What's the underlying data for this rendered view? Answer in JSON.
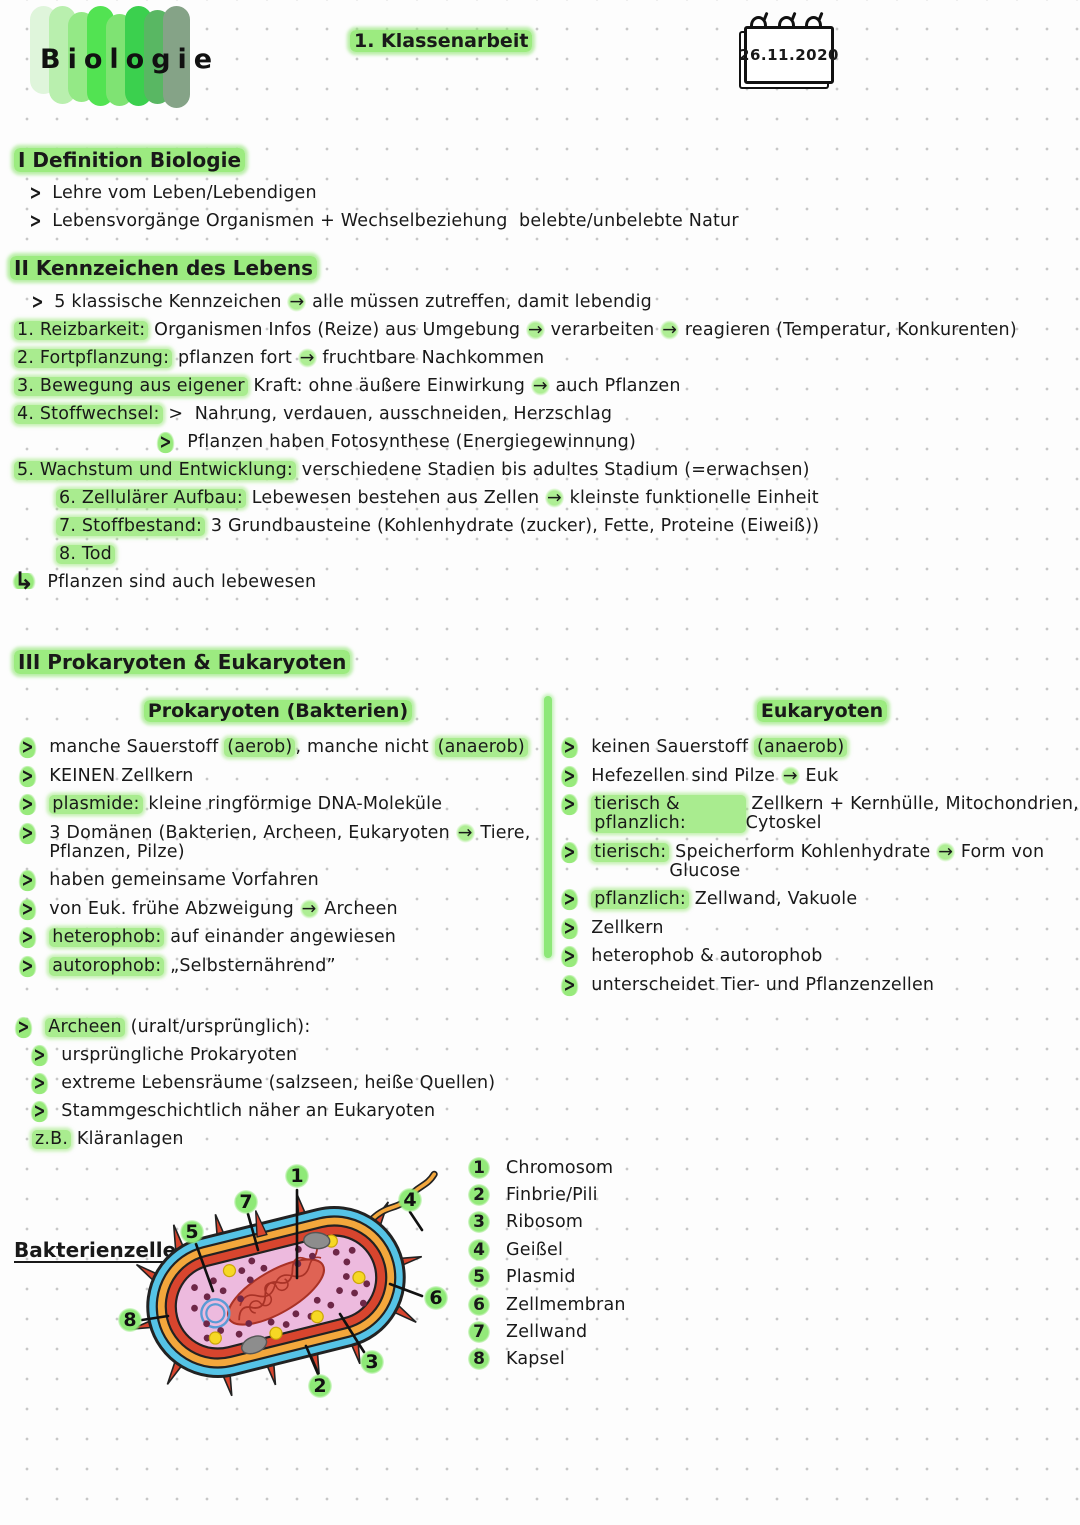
{
  "page": {
    "logo_text": "Biologie",
    "exam_title": "1. Klassenarbeit",
    "date": "26.11.2020",
    "accent_green": "#a9ec8f",
    "logo_bar_colors": [
      "#dff5db",
      "#b9efae",
      "#94e986",
      "#52e352",
      "#7fe373",
      "#3bd04e",
      "#59b763",
      "#85a387"
    ]
  },
  "section_definition": {
    "heading": "I Definition Biologie",
    "items": [
      {
        "bullet": "chev",
        "seg": [
          {
            "t": "Lehre vom Leben/Lebendigen",
            "h": false
          }
        ]
      },
      {
        "bullet": "chev",
        "seg": [
          {
            "t": "Lebensvorgänge Organismen + Wechselbeziehung  belebte/unbelebte Natur",
            "h": false
          }
        ]
      }
    ]
  },
  "section_kennzeichen": {
    "heading": "II Kennzeichen des Lebens",
    "items": [
      {
        "bullet": "chev",
        "indent": 1,
        "seg": [
          {
            "t": "5 klassische Kennzeichen → alle müssen zutreffen, damit lebendig",
            "h": false
          }
        ]
      },
      {
        "seg": [
          {
            "t": "1. Reizbarkeit:",
            "h": true
          },
          {
            "t": " Organismen Infos (Reize) aus Umgebung → verarbeiten → reagieren (Temperatur, Konkurenten)",
            "h": false
          }
        ]
      },
      {
        "seg": [
          {
            "t": "2. Fortpflanzung:",
            "h": true
          },
          {
            "t": " pflanzen fort → fruchtbare Nachkommen",
            "h": false
          }
        ]
      },
      {
        "seg": [
          {
            "t": "3. Bewegung aus eigener",
            "h": true
          },
          {
            "t": " Kraft: ohne äußere Einwirkung → auch Pflanzen",
            "h": false
          }
        ]
      },
      {
        "seg": [
          {
            "t": "4. Stoffwechsel:",
            "h": true
          },
          {
            "t": " >  Nahrung, verdauen, ausschneiden, Herzschlag",
            "h": false
          }
        ]
      },
      {
        "bullet": "chevhl",
        "indent": 3,
        "seg": [
          {
            "t": "Pflanzen haben Fotosynthese (Energiegewinnung)",
            "h": false
          }
        ]
      },
      {
        "seg": [
          {
            "t": "5. Wachstum und Entwicklung:",
            "h": true
          },
          {
            "t": " verschiedene Stadien bis adultes Stadium (=erwachsen)",
            "h": false
          }
        ]
      },
      {
        "indent": 2,
        "seg": [
          {
            "t": "6. Zellulärer Aufbau:",
            "h": true
          },
          {
            "t": " Lebewesen bestehen aus Zellen → kleinste funktionelle Einheit",
            "h": false
          }
        ]
      },
      {
        "indent": 2,
        "seg": [
          {
            "t": "7. Stoffbestand:",
            "h": true
          },
          {
            "t": " 3 Grundbausteine (Kohlenhydrate (zucker), Fette, Proteine (Eiweiß))",
            "h": false
          }
        ]
      },
      {
        "indent": 2,
        "seg": [
          {
            "t": "8. Tod",
            "h": true
          }
        ]
      },
      {
        "bullet": "larr",
        "seg": [
          {
            "t": "Pflanzen sind auch lebewesen",
            "h": false
          }
        ]
      }
    ]
  },
  "section_prok_euk": {
    "heading": "III Prokaryoten & Eukaryoten",
    "left": {
      "heading": "Prokaryoten (Bakterien)",
      "items": [
        {
          "bullet": "chevhl",
          "seg": [
            {
              "t": "manche Sauerstoff ",
              "h": false
            },
            {
              "t": "(aerob)",
              "h": true
            },
            {
              "t": ", manche nicht ",
              "h": false
            },
            {
              "t": "(anaerob)",
              "h": true
            }
          ]
        },
        {
          "bullet": "chevhl",
          "seg": [
            {
              "t": "KEINEN Zellkern",
              "h": false
            }
          ]
        },
        {
          "bullet": "chevhl",
          "seg": [
            {
              "t": "plasmide:",
              "h": true
            },
            {
              "t": " kleine ringförmige DNA-Moleküle",
              "h": false
            }
          ]
        },
        {
          "bullet": "chevhl",
          "seg": [
            {
              "t": "3 Domänen (Bakterien, Archeen, Eukaryoten → Tiere, Pflanzen, Pilze)",
              "h": false
            }
          ]
        },
        {
          "bullet": "chevhl",
          "seg": [
            {
              "t": "haben gemeinsame Vorfahren",
              "h": false
            }
          ]
        },
        {
          "bullet": "chevhl",
          "seg": [
            {
              "t": "von Euk. frühe Abzweigung → Archeen",
              "h": false
            }
          ]
        },
        {
          "bullet": "chevhl",
          "seg": [
            {
              "t": "heterophob:",
              "h": true
            },
            {
              "t": " auf einander angewiesen",
              "h": false
            }
          ]
        },
        {
          "bullet": "chevhl",
          "seg": [
            {
              "t": "autorophob:",
              "h": true
            },
            {
              "t": " „Selbsternährend”",
              "h": false
            }
          ]
        }
      ]
    },
    "right": {
      "heading": "Eukaryoten",
      "items": [
        {
          "bullet": "chevhl",
          "seg": [
            {
              "t": "keinen Sauerstoff ",
              "h": false
            },
            {
              "t": "(anaerob)",
              "h": true
            }
          ]
        },
        {
          "bullet": "chevhl",
          "seg": [
            {
              "t": "Hefezellen sind Pilze → Euk",
              "h": false
            }
          ]
        },
        {
          "bullet": "chevhl",
          "seg": [
            {
              "t": "tierisch & pflanzlich:",
              "h": true
            },
            {
              "t": " Zellkern + Kernhülle, Mitochondrien, Cytoskel",
              "h": false
            }
          ]
        },
        {
          "bullet": "chevhl",
          "seg": [
            {
              "t": "tierisch:",
              "h": true
            },
            {
              "t": " Speicherform Kohlenhydrate → Form von Glucose",
              "h": false
            }
          ]
        },
        {
          "bullet": "chevhl",
          "seg": [
            {
              "t": "pflanzlich:",
              "h": true
            },
            {
              "t": " Zellwand, Vakuole",
              "h": false
            }
          ]
        },
        {
          "bullet": "chevhl",
          "seg": [
            {
              "t": "Zellkern",
              "h": false
            }
          ]
        },
        {
          "bullet": "chevhl",
          "seg": [
            {
              "t": "heterophob & autorophob",
              "h": false
            }
          ]
        },
        {
          "bullet": "chevhl",
          "seg": [
            {
              "t": "unterscheidet Tier- und Pflanzenzellen",
              "h": false
            }
          ]
        }
      ]
    }
  },
  "section_archeen": {
    "items": [
      {
        "bullet": "chevhl",
        "seg": [
          {
            "t": "Archeen",
            "h": true
          },
          {
            "t": " (uralt/ursprünglich):",
            "h": false
          }
        ]
      },
      {
        "bullet": "chevhl",
        "indent": 1,
        "seg": [
          {
            "t": "ursprüngliche Prokaryoten",
            "h": false
          }
        ]
      },
      {
        "bullet": "chevhl",
        "indent": 1,
        "seg": [
          {
            "t": "extreme Lebensräume (salzseen, heiße Quellen)",
            "h": false
          }
        ]
      },
      {
        "bullet": "chevhl",
        "indent": 1,
        "seg": [
          {
            "t": "Stammgeschichtlich näher an Eukaryoten",
            "h": false
          }
        ]
      },
      {
        "indent": 1,
        "seg": [
          {
            "t": "z.B.",
            "h": true
          },
          {
            "t": " Kläranlagen",
            "h": false
          }
        ]
      }
    ]
  },
  "diagram": {
    "label": "Bakterienzelle:",
    "colors": {
      "kapsel": "#55c3e6",
      "zellwand": "#f3a73c",
      "zellmembran": "#d8452e",
      "cytoplasma": "#edbade",
      "chromosom": "#df6354",
      "ribosom": "#6e2747",
      "plasmid_ring": "#5b9bd5",
      "geissel": "#f3a73c"
    }
  },
  "legend": {
    "items": [
      {
        "num": "1",
        "label": "Chromosom"
      },
      {
        "num": "2",
        "label": "Finbrie/Pili"
      },
      {
        "num": "3",
        "label": "Ribosom"
      },
      {
        "num": "4",
        "label": "Geißel"
      },
      {
        "num": "5",
        "label": "Plasmid"
      },
      {
        "num": "6",
        "label": "Zellmembran"
      },
      {
        "num": "7",
        "label": "Zellwand"
      },
      {
        "num": "8",
        "label": "Kapsel"
      }
    ]
  }
}
